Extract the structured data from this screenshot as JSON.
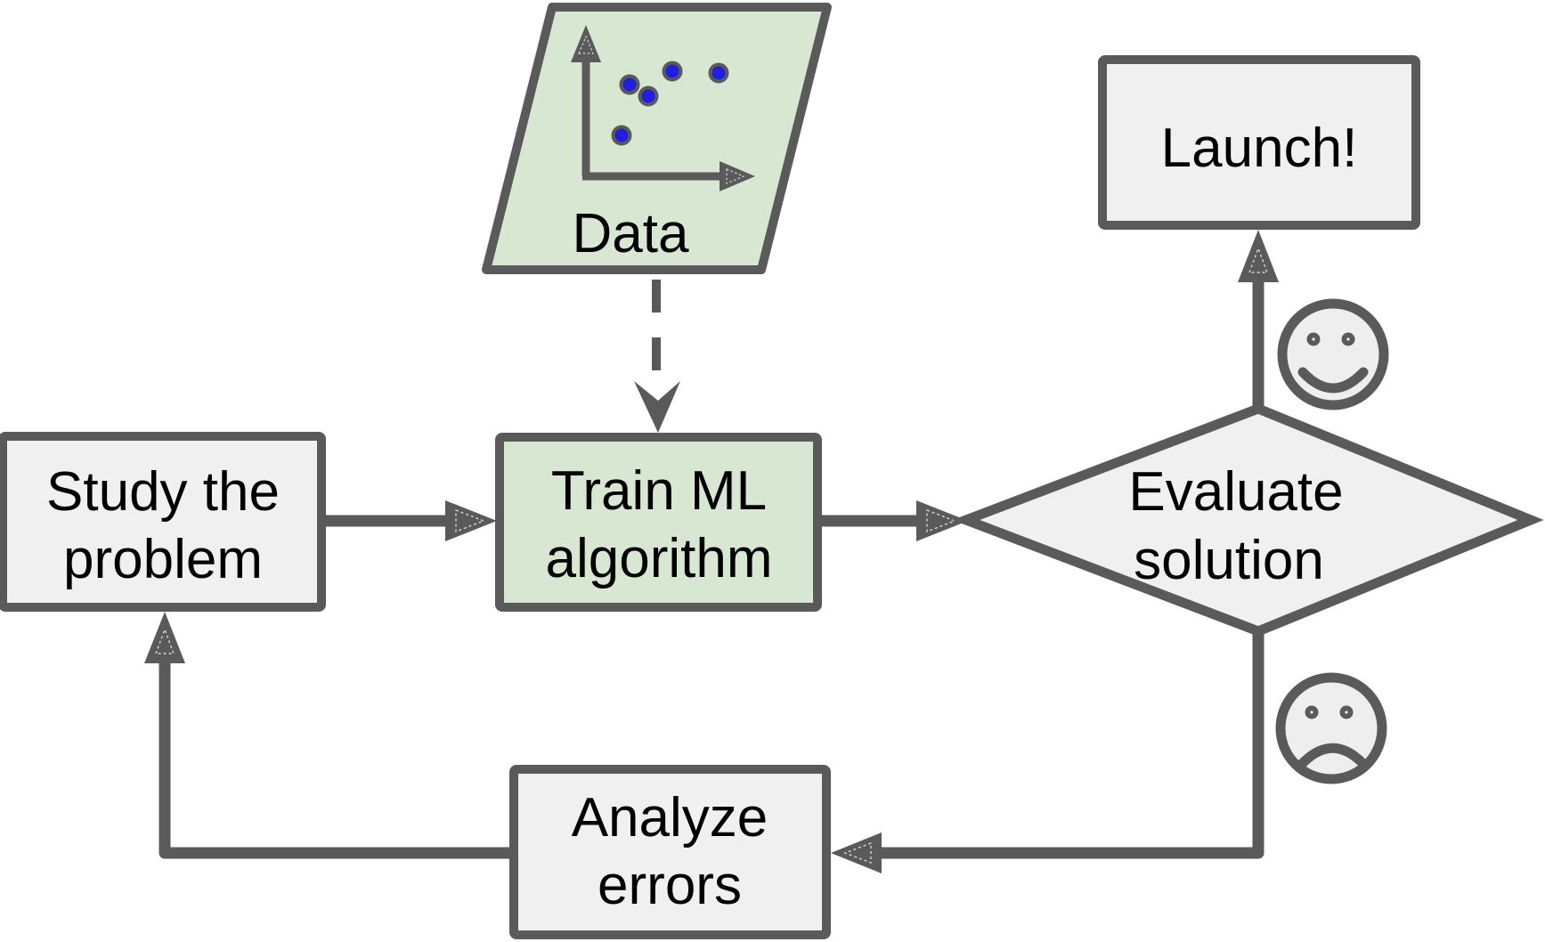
{
  "diagram": {
    "type": "flowchart",
    "description_visible_text_only": true
  },
  "nodes": {
    "data": {
      "label": "Data",
      "shape": "parallelogram",
      "fill": "#d8e7d2"
    },
    "study": {
      "line1": "Study the",
      "line2": "problem",
      "shape": "rectangle",
      "fill": "#f0f0f0"
    },
    "train": {
      "line1": "Train ML",
      "line2": "algorithm",
      "shape": "rectangle",
      "fill": "#d8e7d2"
    },
    "evaluate": {
      "line1": "Evaluate",
      "line2": "solution",
      "shape": "diamond",
      "fill": "#f0f0f0"
    },
    "launch": {
      "label": "Launch!",
      "shape": "rectangle",
      "fill": "#f0f0f0"
    },
    "analyze": {
      "line1": "Analyze",
      "line2": "errors",
      "shape": "rectangle",
      "fill": "#f0f0f0"
    }
  },
  "edges": [
    {
      "from": "data",
      "to": "train",
      "style": "dashed",
      "arrowhead": "open-chevron"
    },
    {
      "from": "study",
      "to": "train",
      "style": "solid",
      "arrowhead": "triangle"
    },
    {
      "from": "train",
      "to": "evaluate",
      "style": "solid",
      "arrowhead": "triangle"
    },
    {
      "from": "evaluate",
      "to": "launch",
      "style": "solid",
      "arrowhead": "triangle",
      "mood_icon": "happy-face-icon"
    },
    {
      "from": "evaluate",
      "to": "analyze",
      "style": "solid",
      "arrowhead": "triangle",
      "mood_icon": "sad-face-icon"
    },
    {
      "from": "analyze",
      "to": "study",
      "style": "solid",
      "arrowhead": "triangle"
    }
  ],
  "icons": {
    "scatter": "scatter-plot-icon",
    "happy": "happy-face-icon",
    "sad": "sad-face-icon"
  },
  "colors": {
    "line": "#5a5a5a",
    "node_fill": "#f0f0f0",
    "accent_green": "#d8e7d2",
    "dot_blue": "#1f1fdd",
    "smiley_fill": "#eeeeee",
    "text": "#000000"
  }
}
